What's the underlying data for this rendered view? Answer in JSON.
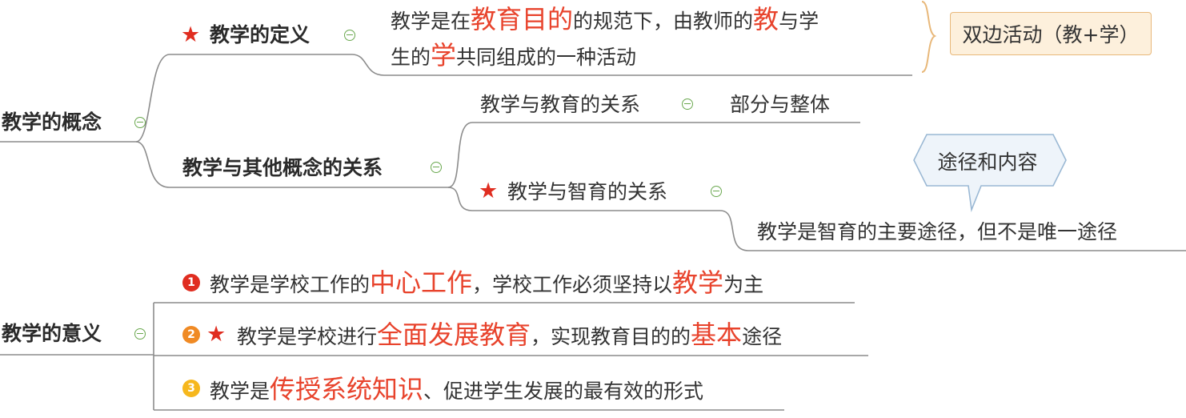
{
  "concept": {
    "title": "教学的概念",
    "definition": {
      "label": "教学的定义",
      "line1": {
        "a": "教学是在",
        "b": "教育目的",
        "c": "的规范下，由教师的",
        "d": "教",
        "e": "与学"
      },
      "line2": {
        "a": "生的",
        "b": "学",
        "c": "共同组成的一种活动"
      },
      "summary": "双边活动（教+学）"
    },
    "relations": {
      "label": "教学与其他概念的关系",
      "education": {
        "label": "教学与教育的关系",
        "value": "部分与整体"
      },
      "intellect": {
        "label": "教学与智育的关系",
        "value": "教学是智育的主要途径，但不是唯一途径",
        "callout": "途径和内容"
      }
    }
  },
  "significance": {
    "title": "教学的意义",
    "items": [
      {
        "num": "1",
        "a": "教学是学校工作的",
        "b": "中心工作",
        "c": "，学校工作必须坚持以",
        "d": "教学",
        "e": "为主"
      },
      {
        "num": "2",
        "a": "教学是学校进行",
        "b": "全面发展教育",
        "c": "，实现教育目的的",
        "d": "基本",
        "e": "途径"
      },
      {
        "num": "3",
        "a": "教学是",
        "b": "传授系统知识",
        "c": "、促进学生发展的最有效的形式"
      }
    ]
  },
  "colors": {
    "line": "#8c8c8c",
    "toggle": "#6aa84f",
    "highlight": "#e8432c",
    "star": "#e02d20",
    "num1": "#e02d20",
    "num2": "#f08a24",
    "num3": "#f6b71d",
    "summary_bg": "#fdf0dc",
    "summary_border": "#e8b87a",
    "callout_bg": "#eef4fa",
    "callout_border": "#9ab8d4"
  },
  "icons": {
    "star": "star-icon",
    "toggle": "collapse-icon"
  }
}
